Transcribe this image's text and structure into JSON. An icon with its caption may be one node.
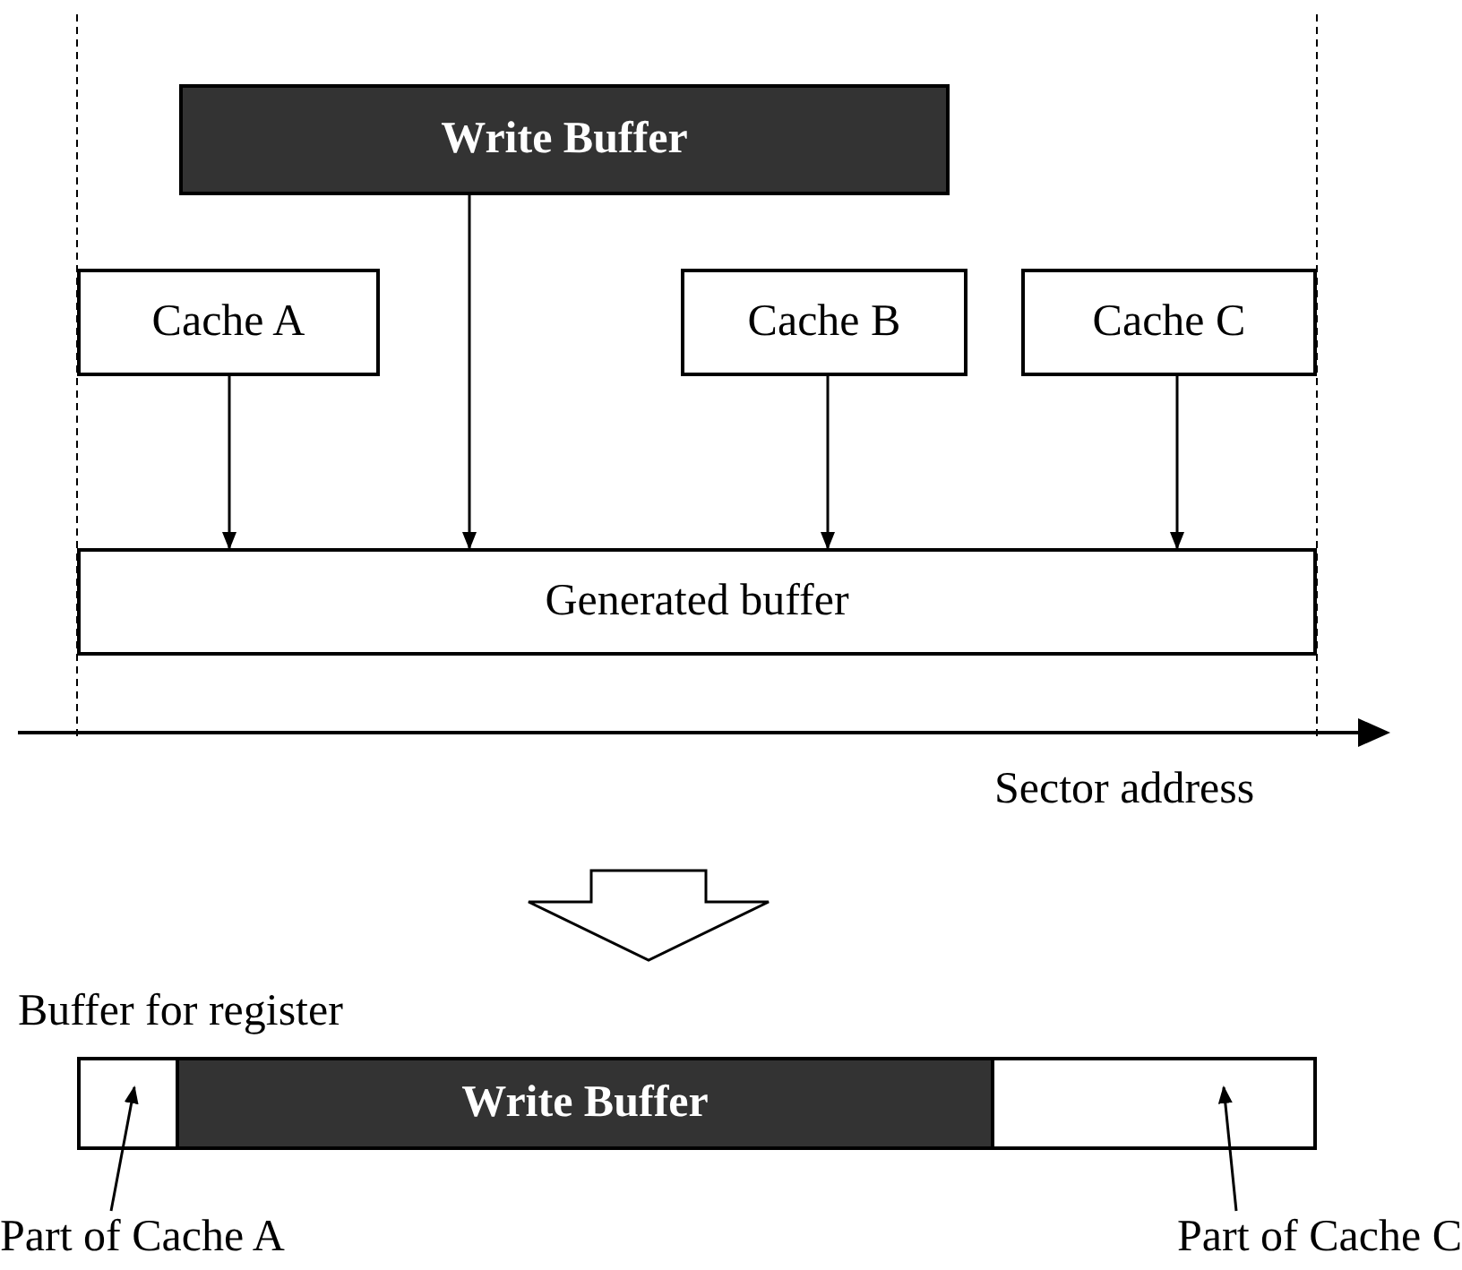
{
  "diagram": {
    "nodes": [
      {
        "text": [
          "Write Buffer"
        ]
      },
      {
        "text": [
          "Cache A"
        ]
      },
      {
        "text": [
          "Cache B"
        ]
      },
      {
        "text": [
          "Cache C"
        ]
      },
      {
        "text": [
          "Generated buffer"
        ]
      },
      {
        "text": [
          "Buffer for register"
        ]
      },
      {
        "text": [
          "Write Buffer"
        ],
        "in": 5
      },
      {
        "text": [],
        "shape": "box",
        "in": 5
      },
      {
        "text": [],
        "shape": "box",
        "in": 5
      },
      {
        "text": [
          "Part of Cache A"
        ]
      },
      {
        "text": [
          "Part of Cache C"
        ]
      }
    ],
    "edges": [
      {
        "from": 1,
        "to": 4,
        "arrow": "to"
      },
      {
        "from": 0,
        "to": 4,
        "arrow": "to"
      },
      {
        "from": 2,
        "to": 4,
        "arrow": "to"
      },
      {
        "from": 3,
        "to": 4,
        "arrow": "to"
      },
      {
        "from": null,
        "to": 5,
        "arrow": "to",
        "style": "thick"
      },
      {
        "from": 9,
        "to": 7,
        "arrow": "to"
      },
      {
        "from": 10,
        "to": 8,
        "arrow": "to"
      }
    ],
    "labels": [
      "Sector address"
    ]
  }
}
